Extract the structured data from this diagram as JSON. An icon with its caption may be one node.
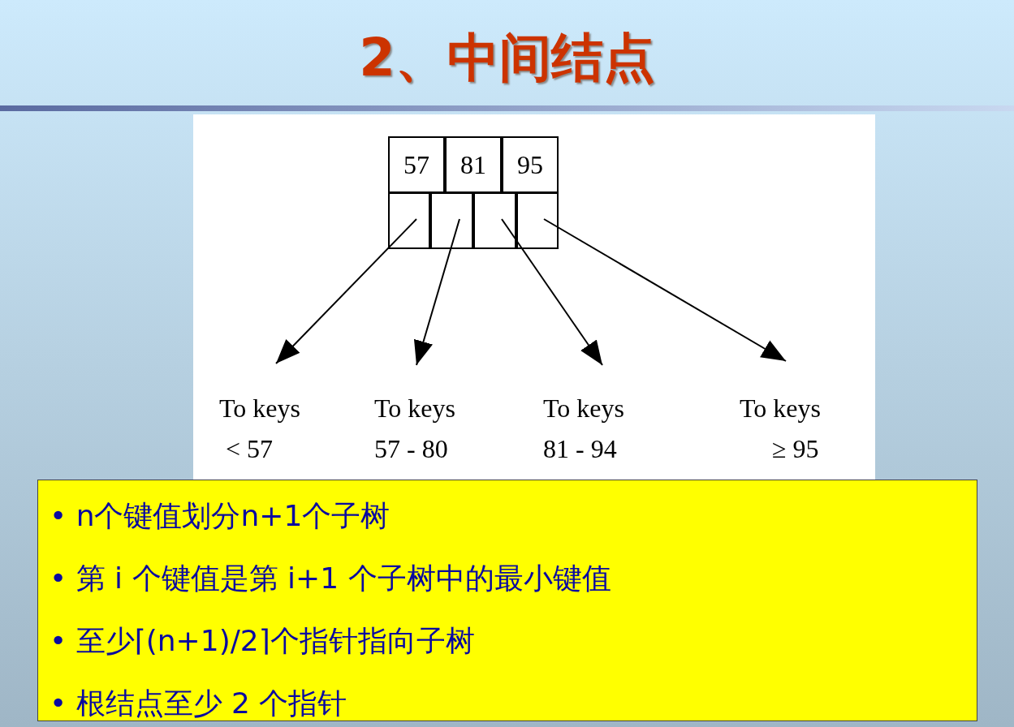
{
  "diagram": {
    "title": "2、中间结点",
    "nodes": [
      {
        "text": [
          "57"
        ]
      },
      {
        "text": [
          "81"
        ]
      },
      {
        "text": [
          "95"
        ]
      },
      {
        "text": [],
        "shape": "box"
      },
      {
        "text": [],
        "shape": "box"
      },
      {
        "text": [],
        "shape": "box"
      },
      {
        "text": [],
        "shape": "box"
      },
      {
        "text": [
          "To keys",
          "< 57"
        ]
      },
      {
        "text": [
          "To keys",
          "57 - 80"
        ]
      },
      {
        "text": [
          "To keys",
          "81 - 94"
        ]
      },
      {
        "text": [
          "To keys",
          "≥ 95"
        ]
      }
    ],
    "edges": [
      {
        "from": 3,
        "to": 7,
        "arrow": "to"
      },
      {
        "from": 4,
        "to": 8,
        "arrow": "to"
      },
      {
        "from": 5,
        "to": 9,
        "arrow": "to"
      },
      {
        "from": 6,
        "to": 10,
        "arrow": "to"
      }
    ],
    "labels": [
      "• n个键值划分n+1个子树",
      "• 第 i 个键值是第 i+1 个子树中的最小键值",
      "• 至少⌈(n+1)/2⌉个指针指向子树",
      "• 根结点至少 2 个指针"
    ]
  }
}
